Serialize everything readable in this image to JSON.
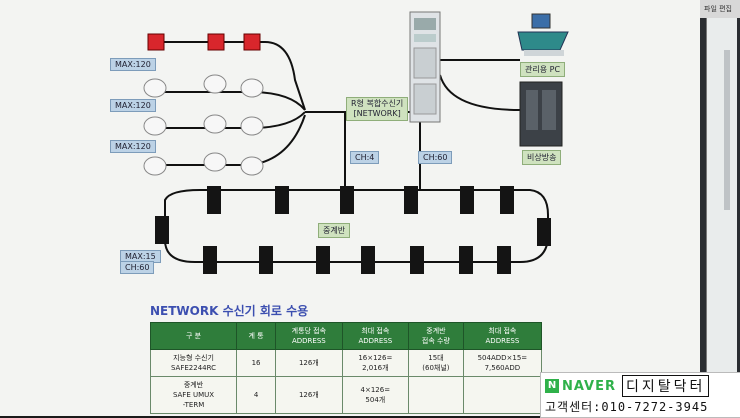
{
  "window": {
    "side_strip_text": "파일 편집"
  },
  "labels": {
    "max1": "MAX:120",
    "max2": "MAX:120",
    "max3": "MAX:120",
    "max15": "MAX:15",
    "ch60_left": "CH:60",
    "ch4": "CH:4",
    "ch60": "CH:60",
    "network_receiver_line1": "R형 복합수신기",
    "network_receiver_line2": "[NETWORK]",
    "control_pc": "관리용 PC",
    "broadcast": "비상방송",
    "relay": "중계반"
  },
  "section_title": "NETWORK 수신기 회로 수용",
  "table": {
    "headers": [
      {
        "l1": "구     분",
        "l2": ""
      },
      {
        "l1": "계 통",
        "l2": ""
      },
      {
        "l1": "계통당 접속",
        "l2": "ADDRESS"
      },
      {
        "l1": "최대 접속",
        "l2": "ADDRESS"
      },
      {
        "l1": "중계반",
        "l2": "접속 수량"
      },
      {
        "l1": "최대 접속",
        "l2": "ADDRESS"
      }
    ],
    "rows": [
      [
        {
          "l1": "지능형 수신기",
          "l2": "SAFE2244RC"
        },
        {
          "l1": "16",
          "l2": ""
        },
        {
          "l1": "126개",
          "l2": ""
        },
        {
          "l1": "16×126=",
          "l2": "2,016개"
        },
        {
          "l1": "15대",
          "l2": "(60채널)"
        },
        {
          "l1": "504ADD×15=",
          "l2": "7,560ADD"
        }
      ],
      [
        {
          "l1": "중계반",
          "l2": "SAFE UMUX"
        },
        {
          "l1": "4",
          "l2": ""
        },
        {
          "l1": "126개",
          "l2": ""
        },
        {
          "l1": "4×126=",
          "l2": "504개"
        },
        {
          "l1": "",
          "l2": ""
        },
        {
          "l1": "",
          "l2": ""
        }
      ]
    ],
    "row2_extra": "-TERM"
  },
  "badge": {
    "logo": "N",
    "naver": "NAVER",
    "brand": "디지탈닥터",
    "contact": "고객센터:010-7272-3945"
  },
  "colors": {
    "title_blue": "#3c4fb0",
    "table_header_green": "#2f7d3b",
    "naver_green": "#2fb14a"
  }
}
